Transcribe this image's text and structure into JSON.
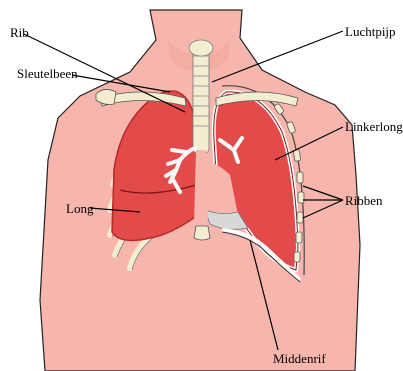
{
  "labels": {
    "rib": "Rib",
    "sleutelbeen": "Sleutelbeen",
    "luchtpijp": "Luchtpijp",
    "linkerlong": "Linkerlong",
    "long": "Long",
    "ribben": "Ribben",
    "middenrif": "Middenrif"
  },
  "colors": {
    "skin": "#f7b6ad",
    "skin_outline": "#222222",
    "lung": "#e34b4b",
    "lung_dark": "#b52a2a",
    "bone": "#f2ecd0",
    "bone_outline": "#555555",
    "leader_line": "#000000"
  }
}
